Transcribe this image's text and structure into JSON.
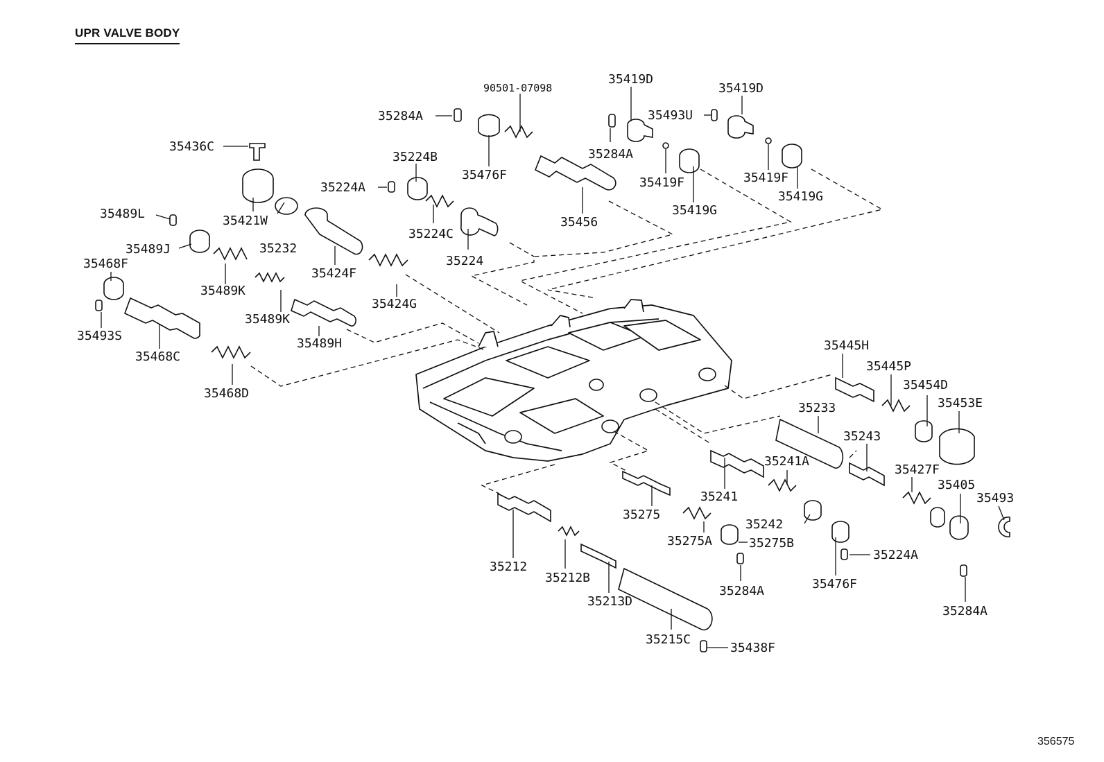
{
  "header": {
    "title": "UPR VALVE BODY"
  },
  "footer": {
    "ref_number": "356575"
  },
  "parts": [
    "90501-07098",
    "35419D",
    "35419D",
    "35284A",
    "35493U",
    "35436C",
    "35476F",
    "35284A",
    "35224B",
    "35224A",
    "35419F",
    "35419F",
    "35419G",
    "35419G",
    "35456",
    "35421W",
    "35489L",
    "35232",
    "35224C",
    "35489J",
    "35224",
    "35468F",
    "35424F",
    "35489K",
    "35424G",
    "35489K",
    "35493S",
    "35489H",
    "35468C",
    "35468D",
    "35445H",
    "35445P",
    "35454D",
    "35233",
    "35453E",
    "35243",
    "35241A",
    "35427F",
    "35241",
    "35405",
    "35493",
    "35275",
    "35242",
    "35275A",
    "35275B",
    "35224A",
    "35212",
    "35212B",
    "35284A",
    "35476F",
    "35284A",
    "35213D",
    "35215C",
    "35438F"
  ]
}
